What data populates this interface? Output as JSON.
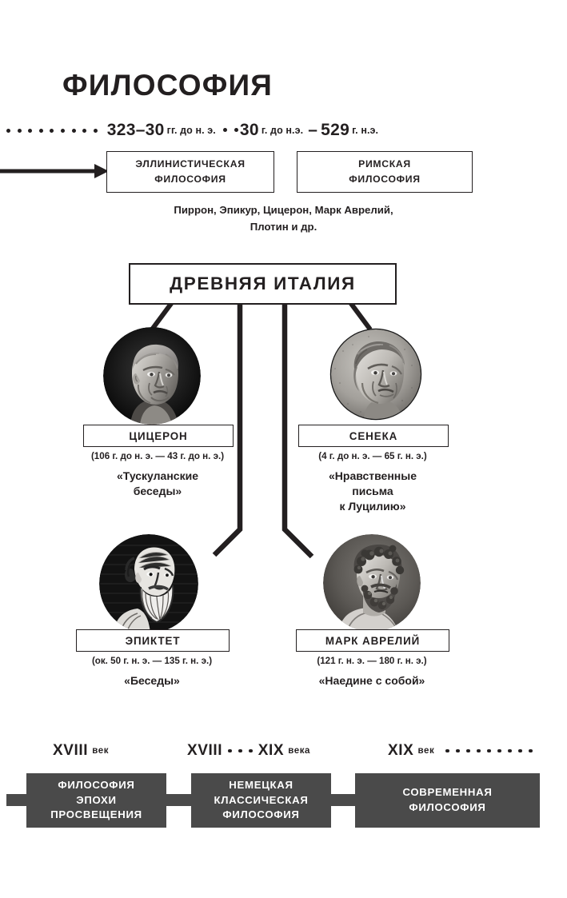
{
  "page": {
    "title": "ФИЛОСОФИЯ",
    "background_color": "#ffffff",
    "ink_color": "#231f20",
    "dark_box_color": "#4a4a4a"
  },
  "era_row": {
    "lead_dots_count": 9,
    "period_1": {
      "range": "323–30",
      "qualifier": "гг. до н. э."
    },
    "separator_dot": "•",
    "period_2": {
      "range": "30",
      "qualifier_1": "г. до н.э.",
      "dash": "–",
      "range_2": "529",
      "qualifier_2": "г. н.э."
    }
  },
  "era_boxes": [
    {
      "id": "hellenistic",
      "line1": "ЭЛЛИНИСТИЧЕСКАЯ",
      "line2": "ФИЛОСОФИЯ"
    },
    {
      "id": "roman",
      "line1": "РИМСКАЯ",
      "line2": "ФИЛОСОФИЯ"
    }
  ],
  "philosophers_list": {
    "line1": "Пиррон, Эпикур, Цицерон, Марк Аврелий,",
    "line2": "Плотин и др."
  },
  "main_heading": "ДРЕВНЯЯ ИТАЛИЯ",
  "figures": [
    {
      "id": "cicero",
      "portrait_icon": "cicero-bust-portrait-icon",
      "name": "ЦИЦЕРОН",
      "dates": "(106 г. до н. э. — 43 г. до н. э.)",
      "work_line1": "«Тускуланские",
      "work_line2": "беседы»"
    },
    {
      "id": "seneca",
      "portrait_icon": "seneca-coin-portrait-icon",
      "name": "СЕНЕКА",
      "dates": "(4 г. до н. э. — 65 г. н. э.)",
      "work_line1": "«Нравственные",
      "work_line2": "письма",
      "work_line3": "к Луцилию»"
    },
    {
      "id": "epictetus",
      "portrait_icon": "epictetus-engraving-portrait-icon",
      "name": "ЭПИКТЕТ",
      "dates": "(ок. 50 г. н. э. — 135 г. н. э.)",
      "work_line1": "«Беседы»"
    },
    {
      "id": "marcus-aurelius",
      "portrait_icon": "marcus-aurelius-bust-portrait-icon",
      "name": "МАРК АВРЕЛИЙ",
      "dates": "(121 г. н. э. — 180 г. н. э.)",
      "work_line1": "«Наедине с собой»"
    }
  ],
  "timeline": {
    "labels": [
      {
        "roman": "XVIII",
        "word": "век",
        "trailing_dots": 0,
        "mid_dots": 0
      },
      {
        "roman": "XVIII",
        "roman_2": "XIX",
        "word": "века",
        "mid_dots": 3,
        "trailing_dots": 0
      },
      {
        "roman": "XIX",
        "word": "век",
        "trailing_dots": 9,
        "mid_dots": 0
      }
    ],
    "boxes": [
      {
        "id": "enlightenment",
        "line1": "ФИЛОСОФИЯ",
        "line2": "ЭПОХИ",
        "line3": "ПРОСВЕЩЕНИЯ"
      },
      {
        "id": "german-classical",
        "line1": "НЕМЕЦКАЯ",
        "line2": "КЛАССИЧЕСКАЯ",
        "line3": "ФИЛОСОФИЯ"
      },
      {
        "id": "modern",
        "line1": "СОВРЕМЕННАЯ",
        "line2": "ФИЛОСОФИЯ",
        "line3": ""
      }
    ]
  }
}
